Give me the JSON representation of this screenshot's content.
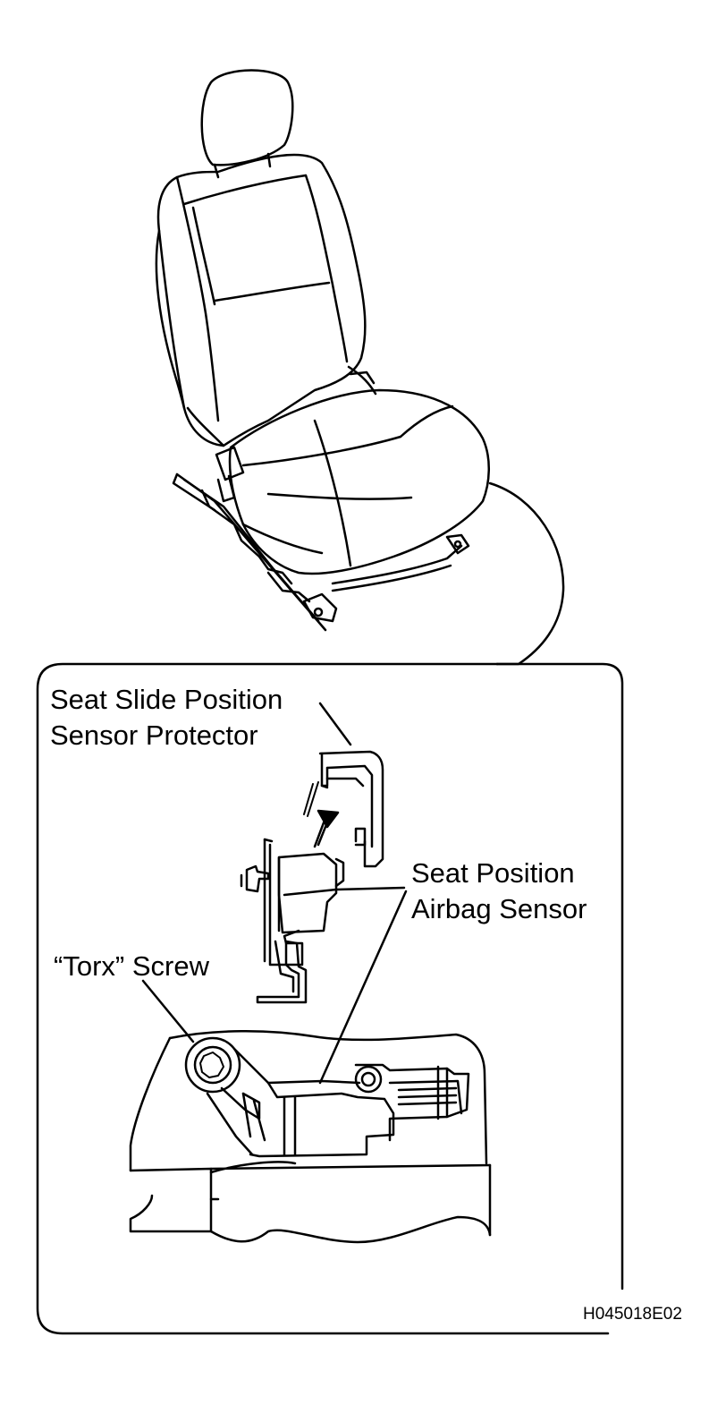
{
  "labels": {
    "protector_line1": "Seat Slide Position",
    "protector_line2": "Sensor Protector",
    "sensor_line1": "Seat Position",
    "sensor_line2": "Airbag Sensor",
    "screw": "“Torx” Screw"
  },
  "figure_code": "H045018E02",
  "icons": [
    "install-arrow-icon",
    "torx-screw-icon"
  ],
  "colors": {
    "line": "#000000",
    "background": "#ffffff"
  }
}
